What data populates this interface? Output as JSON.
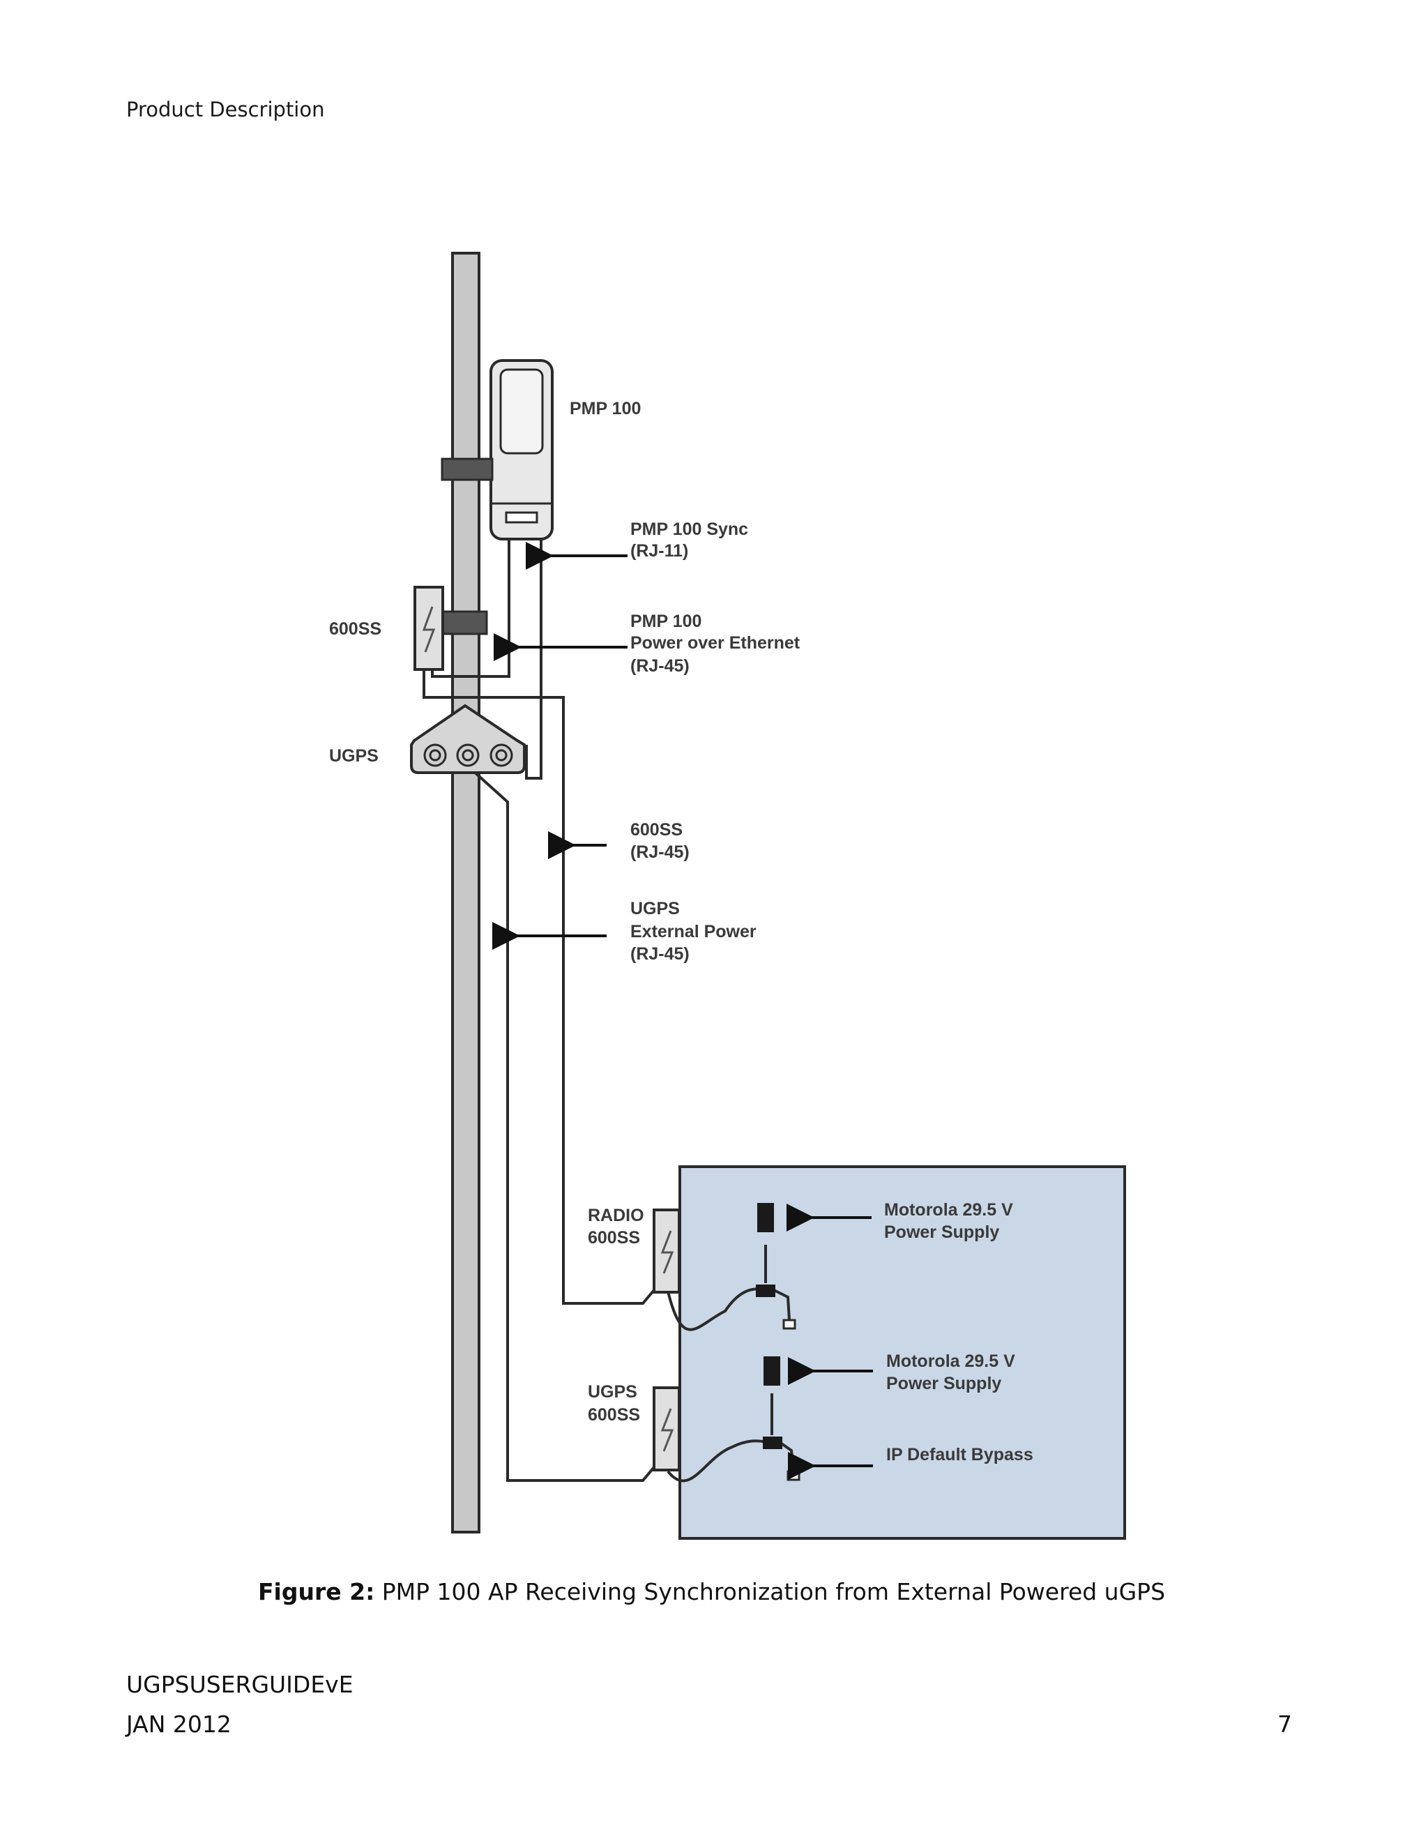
{
  "header": {
    "section_title": "Product Description"
  },
  "diagram": {
    "labels": {
      "pmp100": "PMP 100",
      "sync_line1": "PMP 100 Sync",
      "sync_line2": "(RJ-11)",
      "poe_line1": "PMP 100",
      "poe_line2": "Power over Ethernet",
      "poe_line3": "(RJ-45)",
      "ss600": "600SS",
      "ugps": "UGPS",
      "ss600_cable_line1": "600SS",
      "ss600_cable_line2": "(RJ-45)",
      "ugps_ext_line1": "UGPS",
      "ugps_ext_line2": "External Power",
      "ugps_ext_line3": "(RJ-45)",
      "radio600_line1": "RADIO",
      "radio600_line2": "600SS",
      "psu1_line1": "Motorola 29.5 V",
      "psu1_line2": "Power Supply",
      "ugps600_line1": "UGPS",
      "ugps600_line2": "600SS",
      "psu2_line1": "Motorola 29.5 V",
      "psu2_line2": "Power Supply",
      "ip_bypass": "IP Default Bypass"
    },
    "colors": {
      "enclosure_fill": "#c9d7e6",
      "pole_fill": "#c8c8c8",
      "device_fill": "#e8e8e8",
      "line": "#2a2a2a",
      "label": "#3a3a3a"
    }
  },
  "caption": {
    "label": "Figure 2:",
    "text": " PMP 100 AP Receiving Synchronization from External Powered uGPS"
  },
  "footer": {
    "doc_id": "UGPSUSERGUIDEvE",
    "date": "JAN 2012",
    "page_number": "7"
  }
}
